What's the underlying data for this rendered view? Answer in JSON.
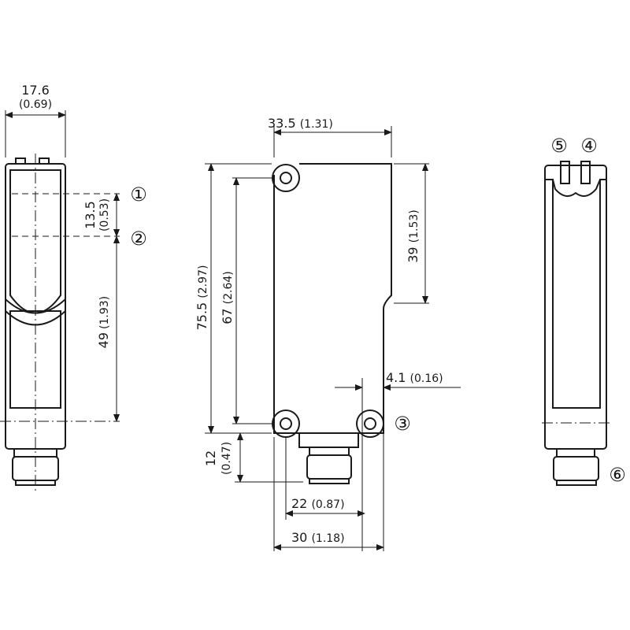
{
  "left_view": {
    "width_mm": "17.6",
    "width_in": "(0.69)",
    "optical_axis_mm": "13.5",
    "optical_axis_in": "(0.53)",
    "height_mm": "49",
    "height_in": "(1.93)",
    "callout_1": "①",
    "callout_2": "②"
  },
  "front_view": {
    "width": "33.5",
    "width_in": "(1.31)",
    "total_height": "75.5",
    "total_height_in": "(2.97)",
    "hole_spacing": "67",
    "hole_spacing_in": "(2.64)",
    "upper_height": "39",
    "upper_height_in": "(1.53)",
    "offset": "4.1",
    "offset_in": "(0.16)",
    "connector_height": "12",
    "connector_height_in": "(0.47)",
    "hole_distance": "22",
    "hole_distance_in": "(0.87)",
    "base_width": "30",
    "base_width_in": "(1.18)",
    "callout_3": "③"
  },
  "right_view": {
    "callout_5": "⑤",
    "callout_4": "④",
    "callout_6": "⑥"
  }
}
